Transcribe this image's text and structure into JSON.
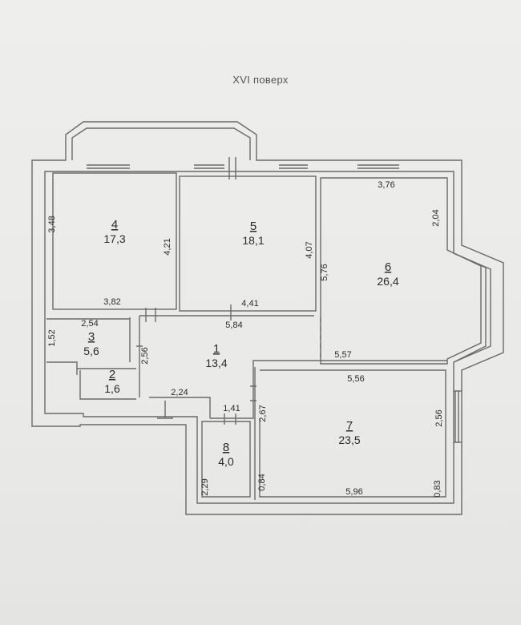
{
  "floor_title": "XVI поверх",
  "rooms": [
    {
      "id": "4",
      "area": "17,3"
    },
    {
      "id": "5",
      "area": "18,1"
    },
    {
      "id": "6",
      "area": "26,4"
    },
    {
      "id": "3",
      "area": "5,6"
    },
    {
      "id": "1",
      "area": "13,4"
    },
    {
      "id": "2",
      "area": "1,6"
    },
    {
      "id": "7",
      "area": "23,5"
    },
    {
      "id": "8",
      "area": "4,0"
    }
  ],
  "dimensions": [
    "3,48",
    "4,21",
    "3,82",
    "4,07",
    "4,41",
    "3,76",
    "2,04",
    "5,76",
    "5,84",
    "2,54",
    "1,52",
    "2,56",
    "5,57",
    "5,56",
    "2,24",
    "1,41",
    "2,67",
    "2,56",
    "2,29",
    "0,84",
    "5,96",
    "0,83"
  ]
}
